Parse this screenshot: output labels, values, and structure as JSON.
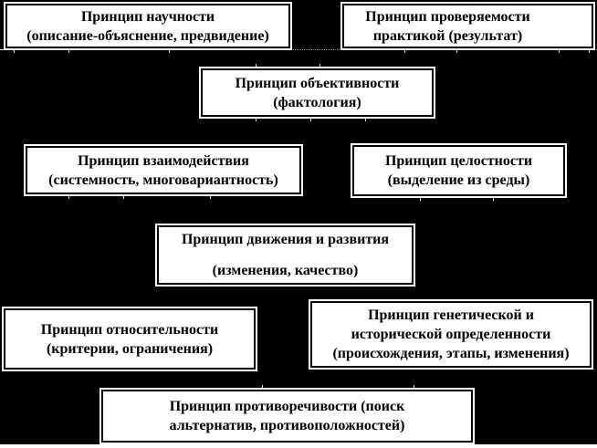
{
  "diagram": {
    "colors": {
      "background": "#000000",
      "box_fill": "#ffffff",
      "box_border": "#000000",
      "text": "#000000",
      "tick_marks": "#e8e8e8"
    },
    "boxes": [
      {
        "name": "scientificity",
        "lines": [
          "Принцип научности",
          "(описание-объяснение, предвидение)"
        ]
      },
      {
        "name": "verifiability",
        "lines": [
          "Принцип проверяемости",
          "практикой (результат)"
        ]
      },
      {
        "name": "objectivity",
        "lines": [
          "Принцип объективности",
          "(фактология)"
        ]
      },
      {
        "name": "interaction",
        "lines": [
          "Принцип взаимодействия",
          "(системность, многовариантность)"
        ]
      },
      {
        "name": "integrity",
        "lines": [
          "Принцип целостности",
          "(выделение из среды)"
        ]
      },
      {
        "name": "movement",
        "lines": [
          "Принцип движения и развития",
          "(изменения, качество)"
        ]
      },
      {
        "name": "relativity",
        "lines": [
          "Принцип относительности",
          "(критерии, ограничения)"
        ]
      },
      {
        "name": "genetic",
        "lines": [
          "Принцип генетической и",
          "исторической определенности",
          "(происхождения, этапы, изменения)"
        ]
      },
      {
        "name": "contradiction",
        "lines": [
          "Принцип противоречивости (поиск",
          "альтернатив, противоположностей)"
        ]
      }
    ]
  }
}
